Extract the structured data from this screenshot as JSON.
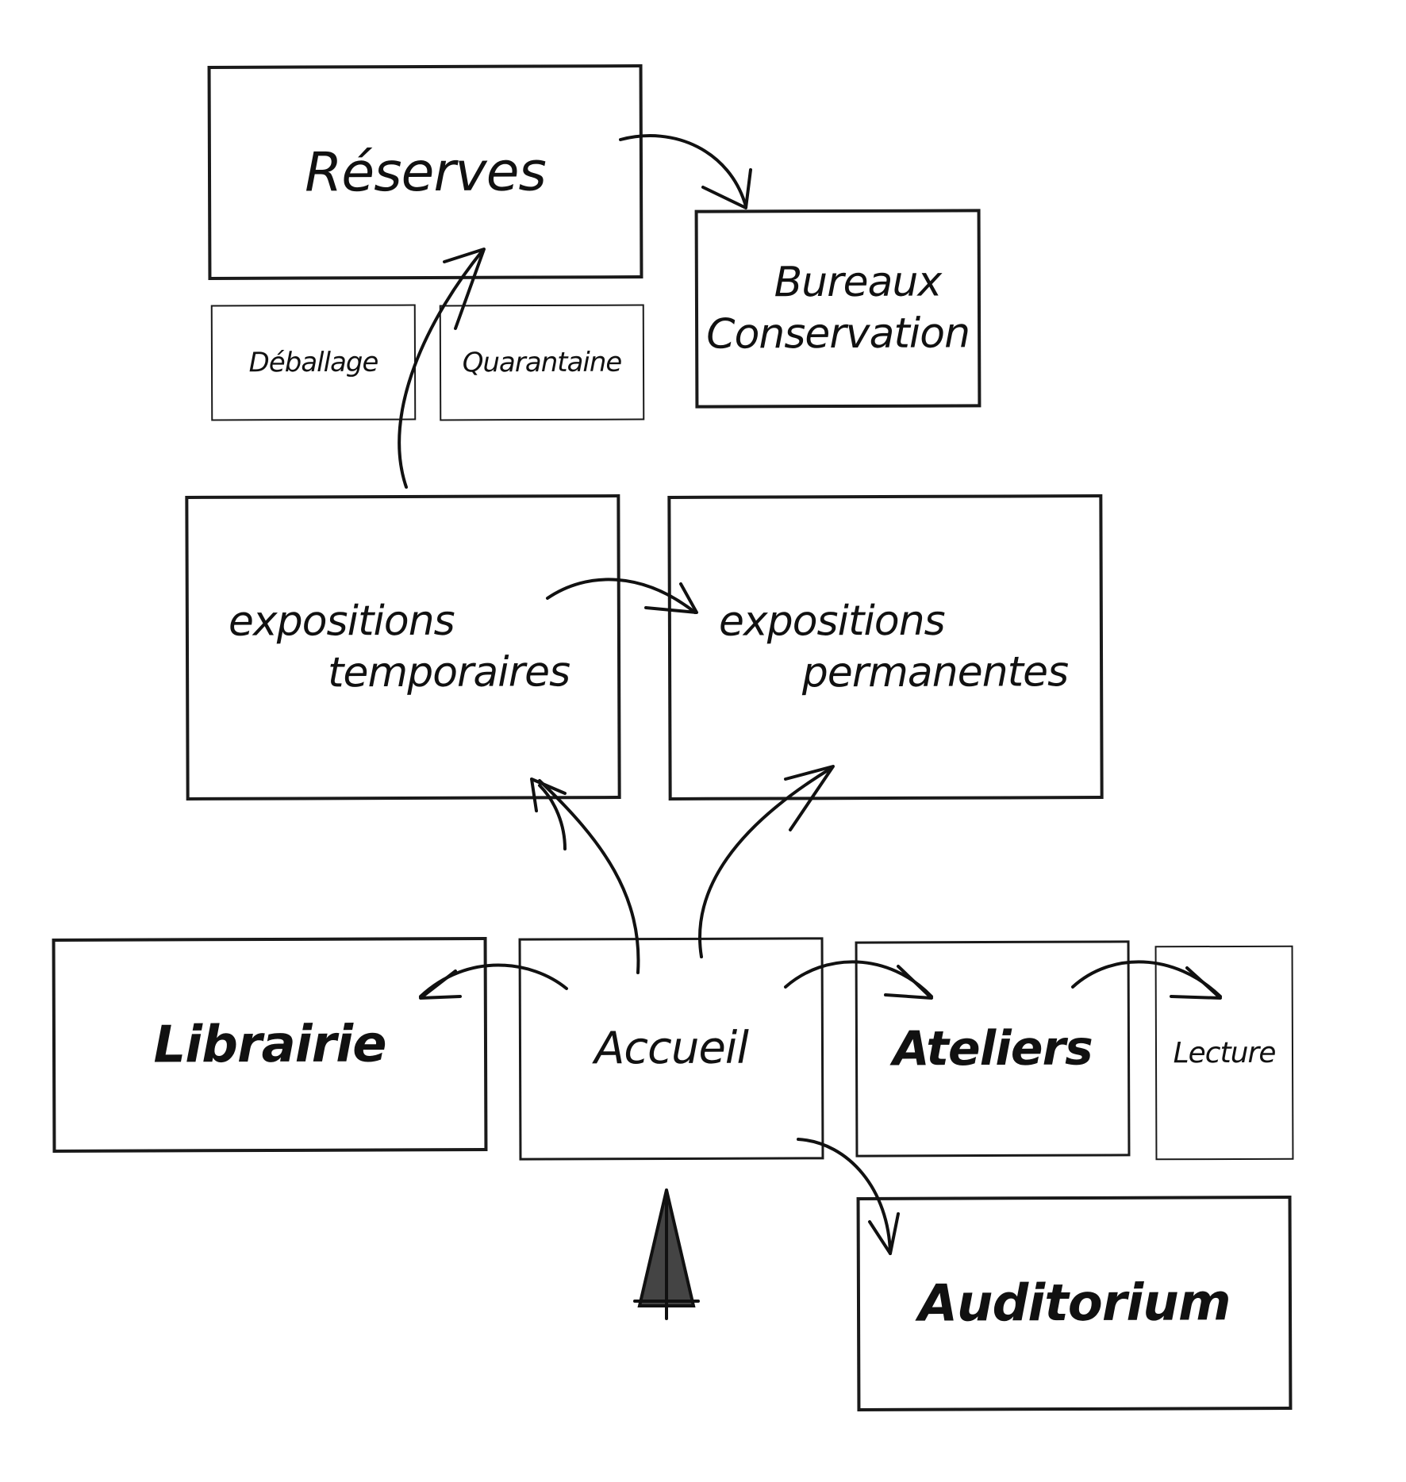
{
  "diagram": {
    "nodes": {
      "reserves": "Réserves",
      "bureaux_line1": "Bureaux",
      "bureaux_line2": "Conservation",
      "deballage": "Déballage",
      "quarantaine": "Quarantaine",
      "expo_temp_line1": "expositions",
      "expo_temp_line2": "temporaires",
      "expo_perm_line1": "expositions",
      "expo_perm_line2": "permanentes",
      "librairie": "Librairie",
      "accueil": "Accueil",
      "ateliers": "Ateliers",
      "lecture": "Lecture",
      "auditorium": "Auditorium"
    },
    "connections": [
      {
        "from": "reserves",
        "to": "bureaux"
      },
      {
        "from": "expo_temp",
        "to": "reserves"
      },
      {
        "from": "expo_temp",
        "to": "expo_perm"
      },
      {
        "from": "accueil",
        "to": "expo_temp"
      },
      {
        "from": "accueil",
        "to": "expo_perm"
      },
      {
        "from": "accueil",
        "to": "librairie"
      },
      {
        "from": "accueil",
        "to": "ateliers"
      },
      {
        "from": "ateliers",
        "to": "lecture"
      },
      {
        "from": "accueil",
        "to": "auditorium"
      },
      {
        "from": "entrance",
        "to": "accueil"
      }
    ],
    "colors": {
      "ink": "#111111",
      "entrance_fill": "#444444",
      "background": "#ffffff"
    }
  }
}
